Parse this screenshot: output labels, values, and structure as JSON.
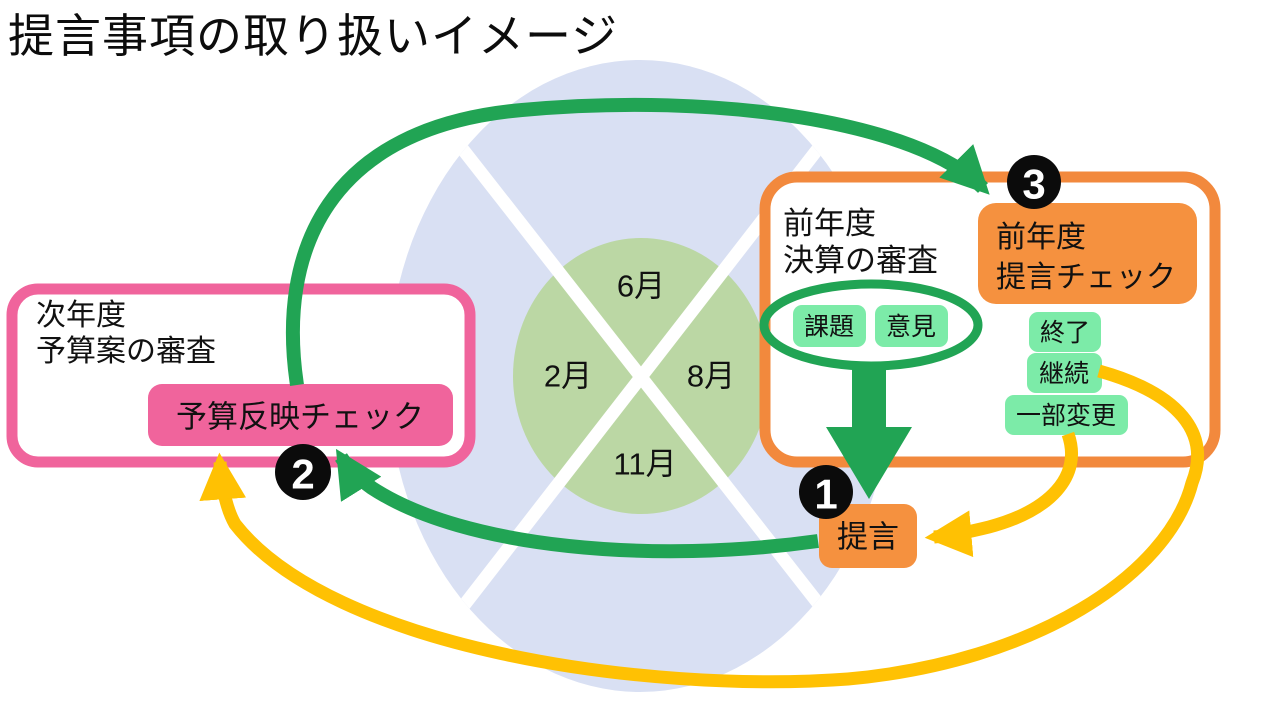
{
  "title": "提言事項の取り扱いイメージ",
  "cycle": {
    "months": [
      "6月",
      "2月",
      "8月",
      "11月"
    ]
  },
  "next_year_box": {
    "heading": [
      "次年度",
      "予算案の審査"
    ],
    "check_label": "予算反映チェック"
  },
  "prev_year_box": {
    "heading": [
      "前年度",
      "決算の審査"
    ],
    "check_label": [
      "前年度",
      "提言チェック"
    ],
    "inputs": [
      "課題",
      "意見"
    ],
    "outcomes": [
      "終了",
      "継続",
      "一部変更"
    ]
  },
  "proposal": {
    "label": "提言"
  },
  "steps": {
    "one": "1",
    "two": "2",
    "three": "3"
  },
  "colors": {
    "pink": "#F0649C",
    "orange_border": "#F2893D",
    "orange_fill": "#F5913F",
    "green": "#21A454",
    "light_green": "#7CEBA8",
    "yellow": "#FFC103",
    "lavender": "#D9E0F3",
    "quarter_green": "#BBD7A4",
    "step_circle": "#0B0B0B"
  }
}
